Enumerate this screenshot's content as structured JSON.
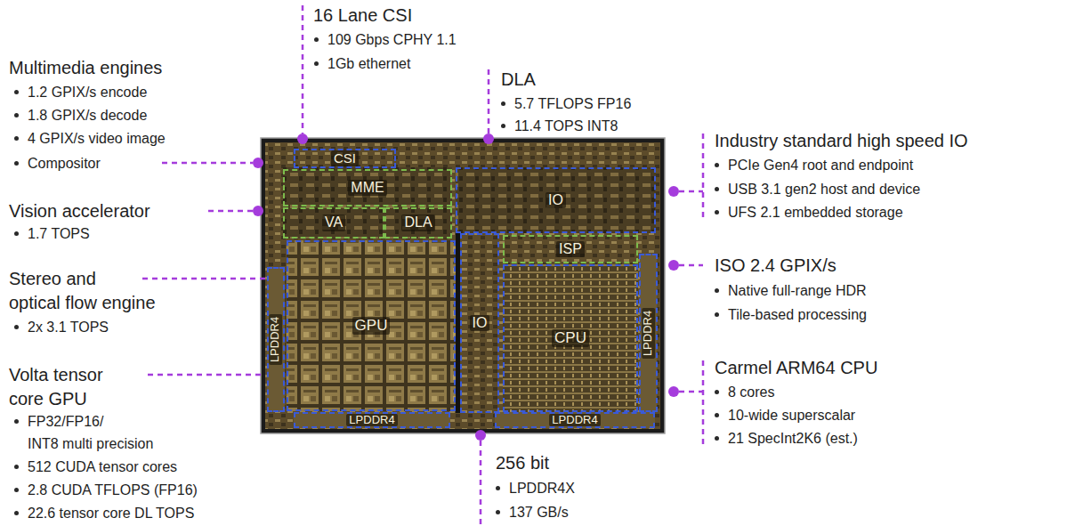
{
  "diagram": {
    "nodes": [
      {
        "text": [
          "CSI"
        ]
      },
      {
        "text": [
          "MME"
        ]
      },
      {
        "text": [
          "IO"
        ]
      },
      {
        "text": [
          "VA"
        ]
      },
      {
        "text": [
          "DLA"
        ]
      },
      {
        "text": [
          "ISP"
        ]
      },
      {
        "text": [
          "LPDDR4"
        ]
      },
      {
        "text": [
          "GPU"
        ]
      },
      {
        "text": [
          "IO"
        ]
      },
      {
        "text": [
          "CPU"
        ]
      },
      {
        "text": [
          "LPDDR4"
        ]
      },
      {
        "text": [
          "LPDDR4"
        ]
      },
      {
        "text": [
          "LPDDR4"
        ]
      }
    ],
    "labels": [
      "16 Lane CSI",
      "109 Gbps CPHY 1.1",
      "1Gb ethernet",
      "Multimedia engines",
      "1.2 GPIX/s encode",
      "1.8 GPIX/s decode",
      "4 GPIX/s video image",
      "Compositor",
      "DLA",
      "5.7 TFLOPS FP16",
      "11.4 TOPS INT8",
      "Industry standard high speed IO",
      "PCIe Gen4 root and endpoint",
      "USB 3.1 gen2 host and device",
      "UFS 2.1 embedded storage",
      "Vision accelerator",
      "1.7 TOPS",
      "Stereo and optical flow engine",
      "2x 3.1 TOPS",
      "ISO 2.4 GPIX/s",
      "Native full-range HDR",
      "Tile-based processing",
      "Volta tensor core GPU",
      "FP32/FP16/ INT8 multi precision",
      "512 CUDA tensor cores",
      "2.8 CUDA TFLOPS (FP16)",
      "22.6 tensor core DL TOPS",
      "Carmel ARM64 CPU",
      "8 cores",
      "10-wide superscalar",
      "21 SpecInt2K6 (est.)",
      "256 bit",
      "LPDDR4X",
      "137 GB/s"
    ]
  }
}
